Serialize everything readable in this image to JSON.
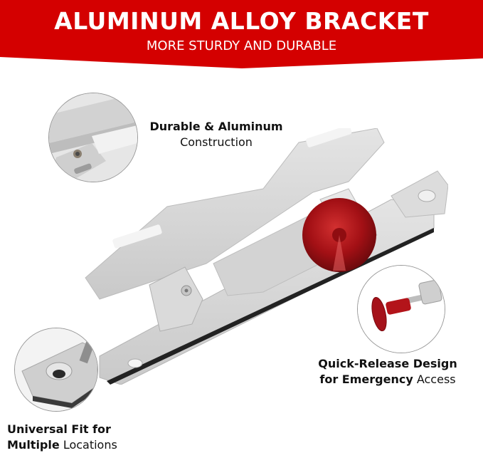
{
  "banner": {
    "title": "ALUMINUM ALLOY BRACKET",
    "subtitle": "MORE STURDY AND DURABLE",
    "color": "#d40000"
  },
  "features": [
    {
      "line1": "Durable & Aluminum",
      "line2": "Construction"
    },
    {
      "line1": "Quick-Release Design",
      "line2a": "for Emergency",
      "line2b": "Access"
    },
    {
      "line1": "Universal Fit for",
      "line2a": "Multiple",
      "line2b": "Locations"
    }
  ],
  "colors": {
    "aluminum": "#d9d9d9",
    "knob_red": "#b01217"
  }
}
